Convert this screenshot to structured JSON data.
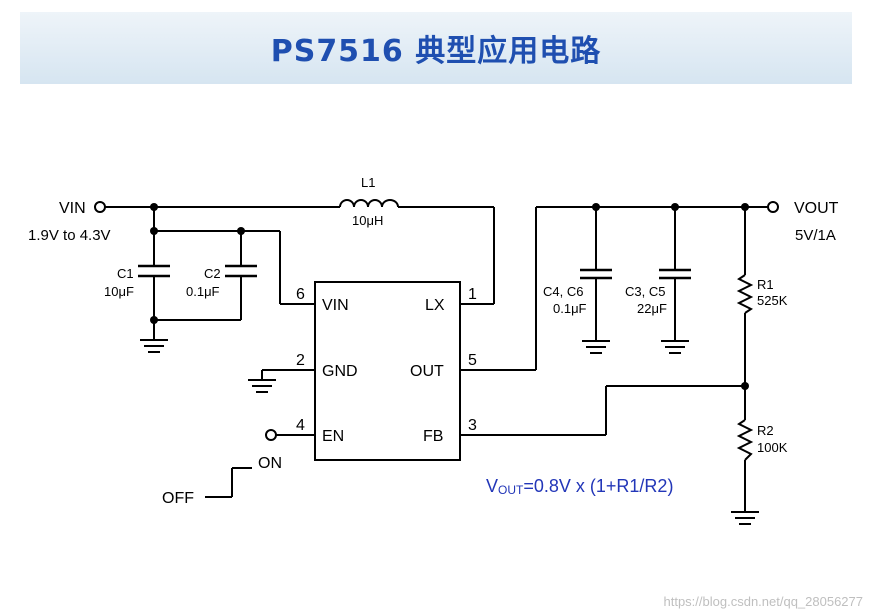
{
  "title": "PS7516 典型应用电路",
  "schematic": {
    "vin_label": "VIN",
    "vin_range": "1.9V to 4.3V",
    "vout_label": "VOUT",
    "vout_rating": "5V/1A",
    "inductor": {
      "ref": "L1",
      "value": "10μH"
    },
    "c1": {
      "ref": "C1",
      "value": "10μF"
    },
    "c2": {
      "ref": "C2",
      "value": "0.1μF"
    },
    "c46": {
      "ref": "C4, C6",
      "value": "0.1μF"
    },
    "c35": {
      "ref": "C3, C5",
      "value": "22μF"
    },
    "r1": {
      "ref": "R1",
      "value": "525K"
    },
    "r2": {
      "ref": "R2",
      "value": "100K"
    },
    "ic_pins": {
      "vin": {
        "num": "6",
        "name": "VIN"
      },
      "gnd": {
        "num": "2",
        "name": "GND"
      },
      "en": {
        "num": "4",
        "name": "EN"
      },
      "lx": {
        "num": "1",
        "name": "LX"
      },
      "out": {
        "num": "5",
        "name": "OUT"
      },
      "fb": {
        "num": "3",
        "name": "FB"
      }
    },
    "switch_on": "ON",
    "switch_off": "OFF",
    "formula": {
      "prefix": "V",
      "sub": "OUT",
      "rest": "=0.8V x (1+R1/R2)"
    }
  },
  "watermark": "https://blog.csdn.net/qq_28056277",
  "colors": {
    "title": "#1f4fb0",
    "formula": "#2236b8",
    "wire": "#000000"
  }
}
